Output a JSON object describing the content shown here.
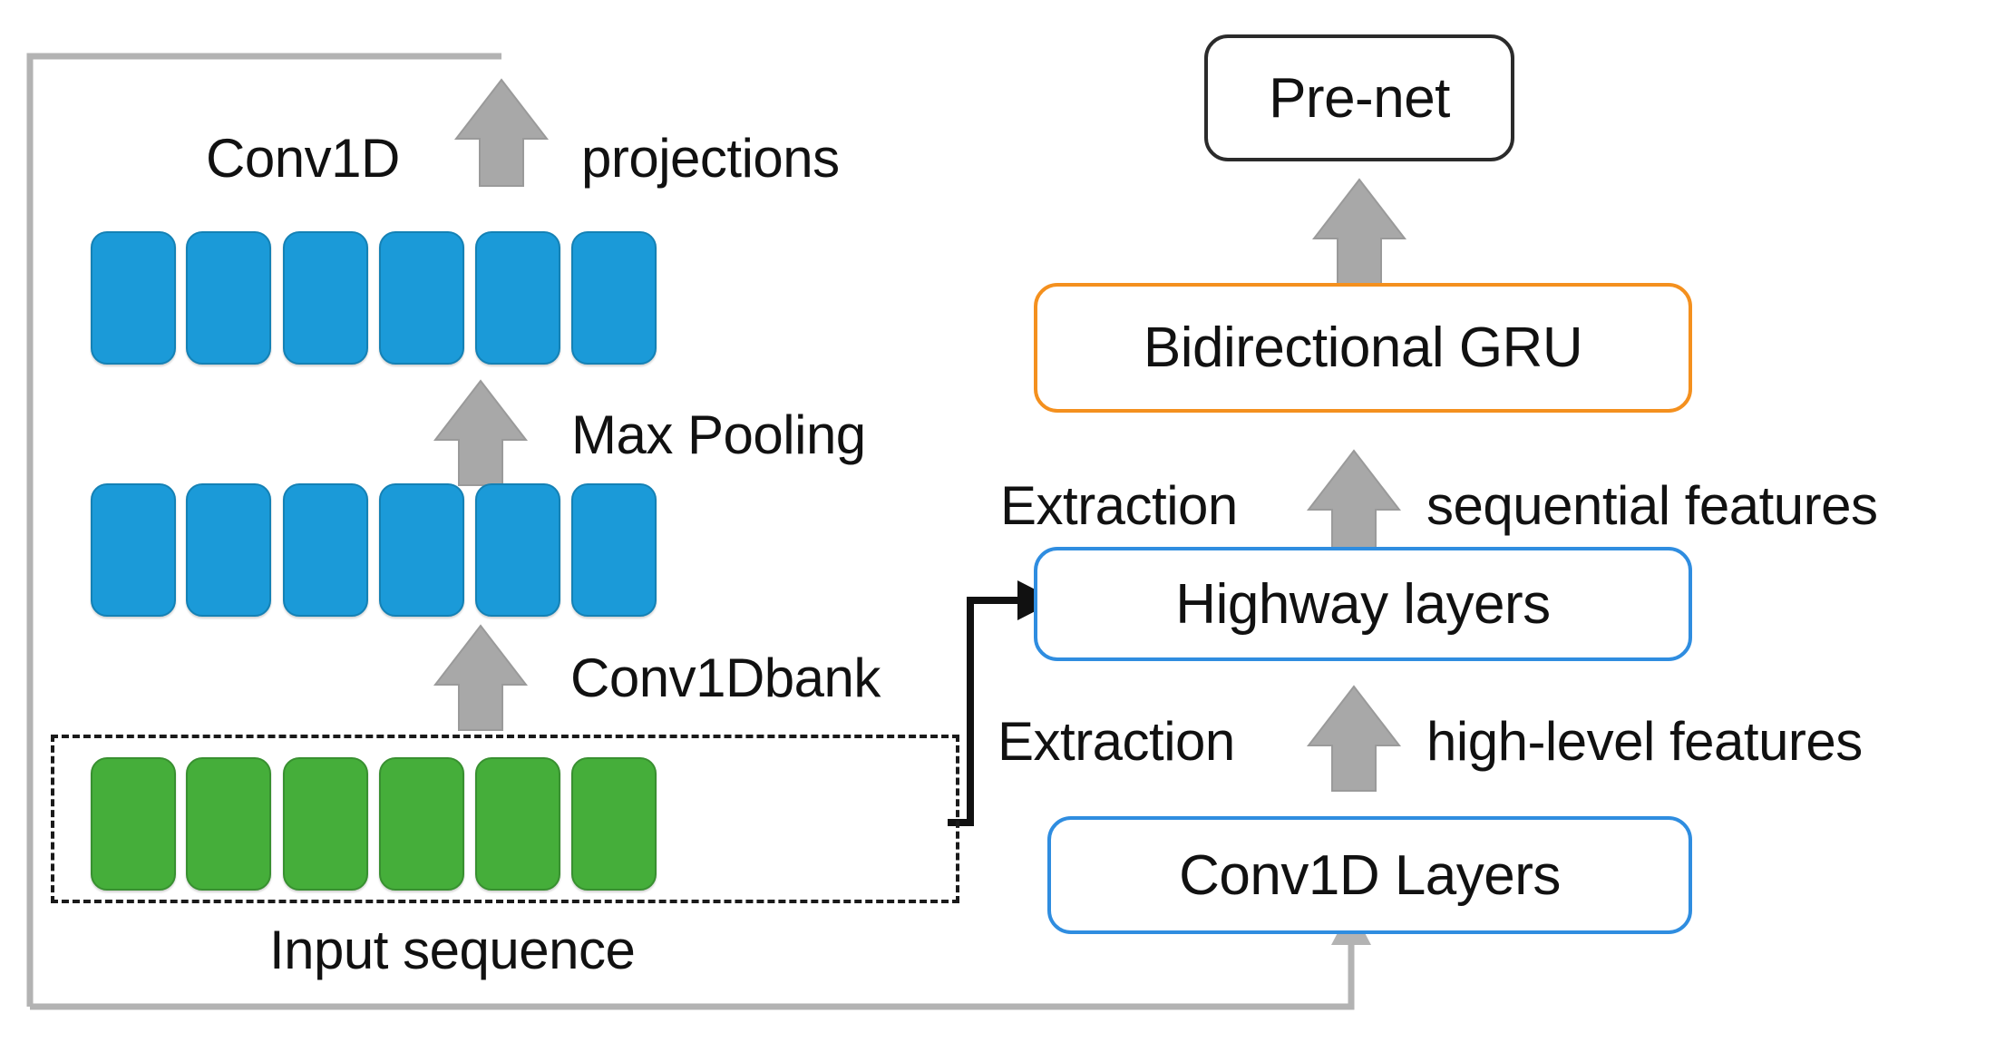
{
  "diagram": {
    "title": "CBHG encoder module block diagram",
    "colors": {
      "blue_cell": "#1b9ad8",
      "green_cell": "#45ae3a",
      "orange_border": "#f4901e",
      "blue_border": "#2f8de0",
      "dark_border": "#2b2b2b",
      "arrow_gray": "#a6a6a6",
      "residual_gray": "#b3b3b3",
      "arrow_black": "#111111"
    },
    "left_stack": {
      "labels": {
        "conv1d_projections_left": "Conv1D",
        "conv1d_projections_right": "projections",
        "max_pooling": "Max Pooling",
        "conv1dbank": "Conv1Dbank",
        "input_sequence": "Input sequence"
      },
      "rows": [
        {
          "name": "conv1d-projections-row",
          "color": "blue",
          "count": 6
        },
        {
          "name": "max-pooling-row",
          "color": "blue",
          "count": 6
        },
        {
          "name": "input-sequence-row",
          "color": "green",
          "count": 6
        }
      ]
    },
    "right_stack": {
      "nodes": [
        {
          "name": "pre-net",
          "label": "Pre-net",
          "style": "dark"
        },
        {
          "name": "bidirectional-gru",
          "label": "Bidirectional GRU",
          "style": "orange"
        },
        {
          "name": "highway-layers",
          "label": "Highway layers",
          "style": "blue"
        },
        {
          "name": "conv1d-layers",
          "label": "Conv1D Layers",
          "style": "blue"
        }
      ],
      "labels": {
        "extraction_sequential_left": "Extraction",
        "extraction_sequential_right": "sequential features",
        "extraction_highlevel_left": "Extraction",
        "extraction_highlevel_right": "high-level features"
      }
    }
  }
}
